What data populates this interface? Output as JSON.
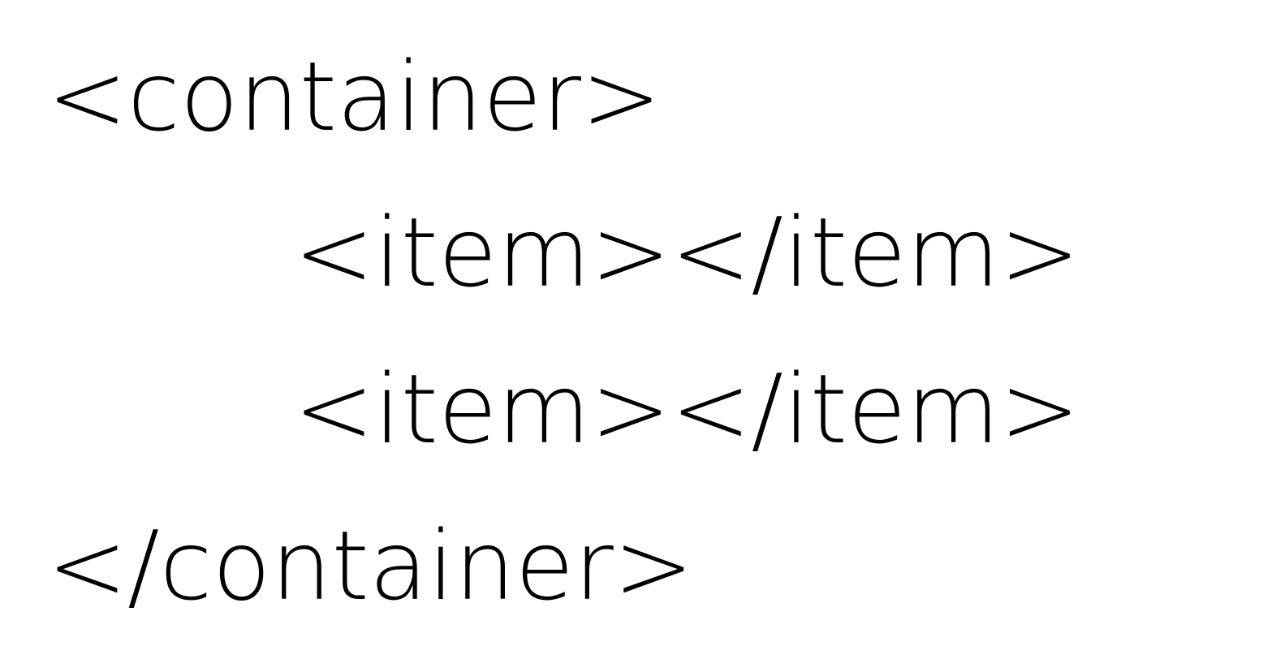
{
  "code": {
    "line1": "<container>",
    "line2": "<item></item>",
    "line3": "<item></item>",
    "line4": "</container>"
  },
  "colors": {
    "text": "#000000",
    "background": "#ffffff"
  }
}
